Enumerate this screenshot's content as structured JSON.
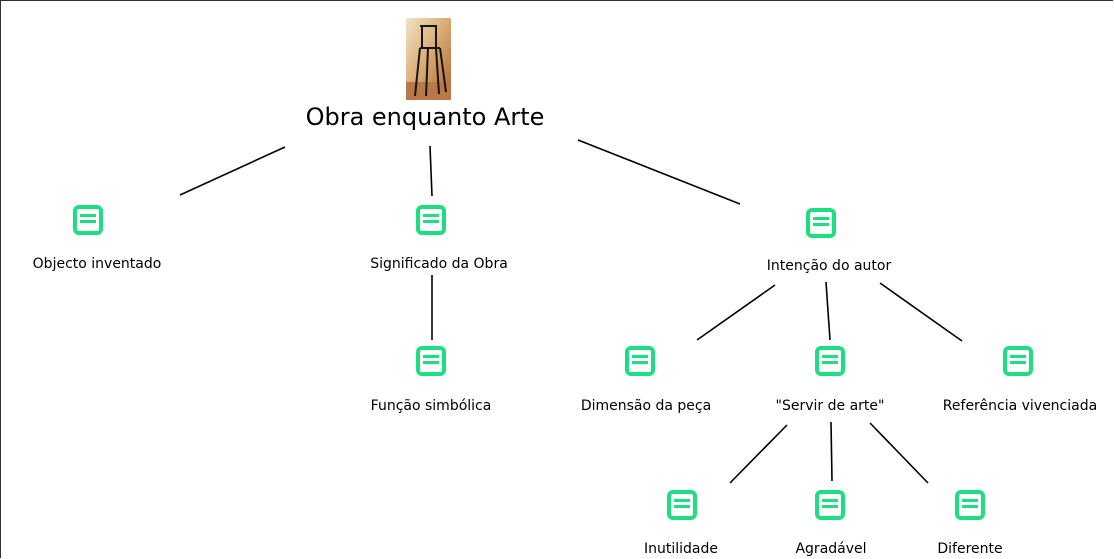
{
  "diagram": {
    "root": {
      "title": "Obra enquanto Arte",
      "image": "chair-sculpture-photo"
    },
    "nodes": [
      {
        "id": "objecto",
        "label": "Objecto inventado",
        "icon": "note-icon"
      },
      {
        "id": "significado",
        "label": "Significado da Obra",
        "icon": "note-icon"
      },
      {
        "id": "intencao",
        "label": "Intenção do autor",
        "icon": "note-icon"
      },
      {
        "id": "funcao",
        "label": "Função simbólica",
        "icon": "note-icon"
      },
      {
        "id": "dimensao",
        "label": "Dimensão da peça",
        "icon": "note-icon"
      },
      {
        "id": "servir",
        "label": "\"Servir de arte\"",
        "icon": "note-icon"
      },
      {
        "id": "referencia",
        "label": "Referência vivenciada",
        "icon": "note-icon"
      },
      {
        "id": "inutilidade",
        "label": "Inutilidade",
        "icon": "note-icon"
      },
      {
        "id": "agradavel",
        "label": "Agradável",
        "icon": "note-icon"
      },
      {
        "id": "diferente",
        "label": "Diferente",
        "icon": "note-icon"
      }
    ],
    "edges": [
      [
        "root",
        "objecto"
      ],
      [
        "root",
        "significado"
      ],
      [
        "root",
        "intencao"
      ],
      [
        "significado",
        "funcao"
      ],
      [
        "intencao",
        "dimensao"
      ],
      [
        "intencao",
        "servir"
      ],
      [
        "intencao",
        "referencia"
      ],
      [
        "servir",
        "inutilidade"
      ],
      [
        "servir",
        "agradavel"
      ],
      [
        "servir",
        "diferente"
      ]
    ],
    "colors": {
      "node_icon": "#1ddf82",
      "line": "#000000",
      "frame": "#333333"
    }
  }
}
